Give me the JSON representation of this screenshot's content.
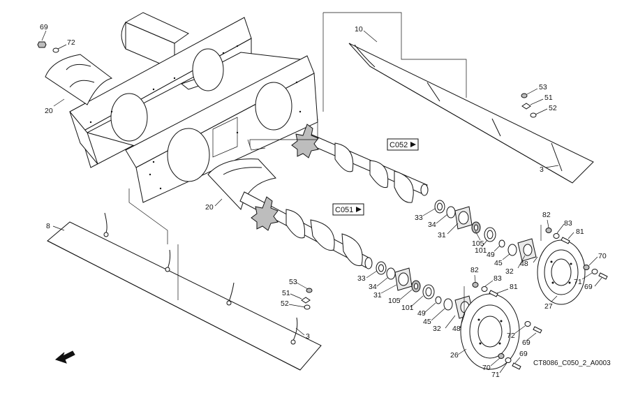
{
  "drawing_code": "CT8086_C050_2_A0003",
  "references": {
    "upper_shaft": "C052",
    "lower_shaft": "C051"
  },
  "callouts": {
    "c69a": "69",
    "c72a": "72",
    "c20a": "20",
    "c10": "10",
    "c53a": "53",
    "c51a": "51",
    "c52a": "52",
    "c3a": "3",
    "c20b": "20",
    "c8": "8",
    "c33a": "33",
    "c34a": "34",
    "c31a": "31",
    "c105a": "105",
    "c101a": "101",
    "c49a": "49",
    "c45a": "45",
    "c32a": "32",
    "c48a": "48",
    "c82a": "82",
    "c83a": "83",
    "c81a": "81",
    "c70a": "70",
    "c71a": "71",
    "c69b": "69",
    "c27": "27",
    "c53b": "53",
    "c51b": "51",
    "c52b": "52",
    "c3b": "3",
    "c33b": "33",
    "c34b": "34",
    "c31b": "31",
    "c105b": "105",
    "c101b": "101",
    "c49b": "49",
    "c45b": "45",
    "c32b": "32",
    "c48b": "48",
    "c82b": "82",
    "c83b": "83",
    "c81b": "81",
    "c26": "26",
    "c72b": "72",
    "c69c": "69",
    "c69d": "69",
    "c70b": "70",
    "c71b": "71"
  },
  "icons": {
    "direction": "arrow-icon"
  }
}
